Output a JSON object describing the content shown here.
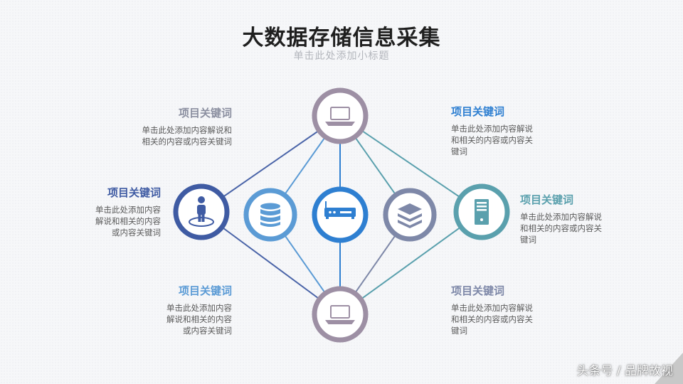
{
  "header": {
    "title": "大数据存储信息采集",
    "subtitle": "单击此处添加小标题"
  },
  "colors": {
    "gray_purple": "#9d8fa4",
    "dark_blue": "#3f5ba3",
    "light_blue": "#5b9bd5",
    "mid_blue": "#2e7fd1",
    "slate": "#7e88a8",
    "teal": "#5aa0ad",
    "title_gray": "#8b8fa0"
  },
  "nodes": [
    {
      "id": "top",
      "icon": "laptop-icon",
      "ring": "#9d8fa4"
    },
    {
      "id": "left",
      "icon": "person-icon",
      "ring": "#3f5ba3"
    },
    {
      "id": "database",
      "icon": "database-icon",
      "ring": "#5b9bd5"
    },
    {
      "id": "center",
      "icon": "router-icon",
      "ring": "#2e7fd1"
    },
    {
      "id": "layers",
      "icon": "layers-icon",
      "ring": "#7e88a8"
    },
    {
      "id": "right",
      "icon": "server-icon",
      "ring": "#5aa0ad"
    },
    {
      "id": "bottom",
      "icon": "laptop-icon",
      "ring": "#9d8fa4"
    }
  ],
  "blocks": {
    "top_left": {
      "title": "项目关键词",
      "lines": [
        "单击此处添加内容解说和",
        "相关的内容或内容关键词"
      ]
    },
    "top_right": {
      "title": "项目关键词",
      "lines": [
        "单击此处添加内容解说",
        "和相关的内容或内容关",
        "键词"
      ]
    },
    "mid_left": {
      "title": "项目关键词",
      "lines": [
        "单击此处添加内容",
        "解说和相关的内容",
        "或内容关键词"
      ]
    },
    "mid_right": {
      "title": "项目关键词",
      "lines": [
        "单击此处添加内容解说",
        "和相关的内容或内容关",
        "键词"
      ]
    },
    "bottom_left": {
      "title": "项目关键词",
      "lines": [
        "单击此处添加内容",
        "解说和相关的内容",
        "或内容关键词"
      ]
    },
    "bottom_right": {
      "title": "项目关键词",
      "lines": [
        "单击此处添加内容解说",
        "和相关的内容或内容关",
        "键词"
      ]
    }
  },
  "watermark": "头条号 / 品牌故视"
}
